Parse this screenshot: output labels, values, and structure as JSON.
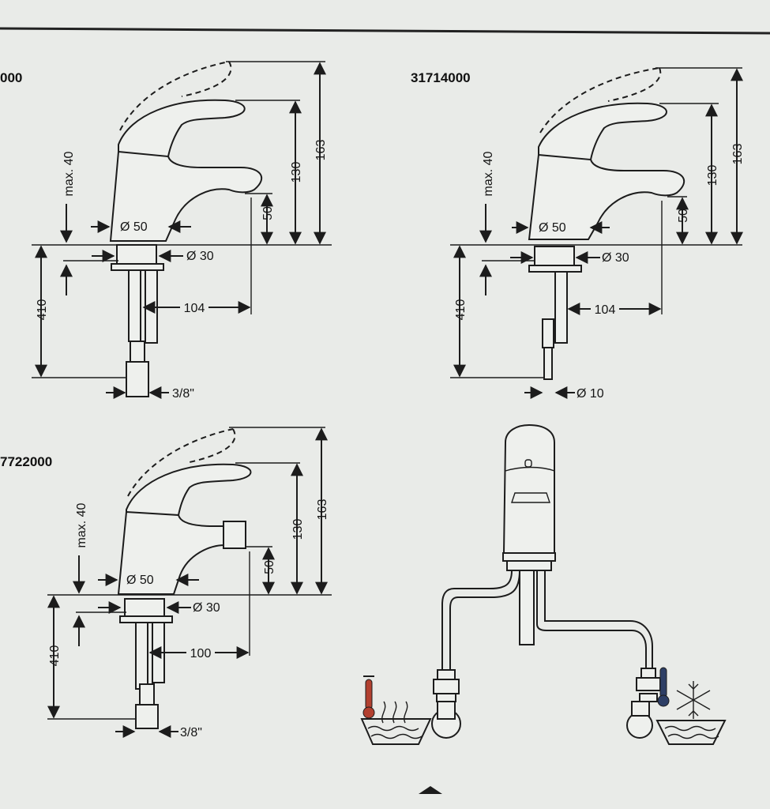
{
  "models": {
    "top_left": "000",
    "top_right": "31714000",
    "bottom_left": "7722000"
  },
  "dimensions": {
    "height_total": "163",
    "height_spout": "130",
    "spout_clearance": "50",
    "max_40": "max. 40",
    "base_dia": "Ø 50",
    "shank_dia": "Ø 30",
    "hose_length": "410",
    "reach_104": "104",
    "reach_100": "100",
    "connector_3_8": "3/8\"",
    "connector_3_8_alt": "3/8\"",
    "pipe_dia": "Ø 10"
  },
  "icons": {
    "hot": "hot-water-icon",
    "cold": "cold-water-icon"
  },
  "colors": {
    "hot_thermometer": "#b2402f",
    "cold_thermometer": "#2e3f66",
    "line": "#1c1c1c",
    "background": "#e9ebe8"
  }
}
